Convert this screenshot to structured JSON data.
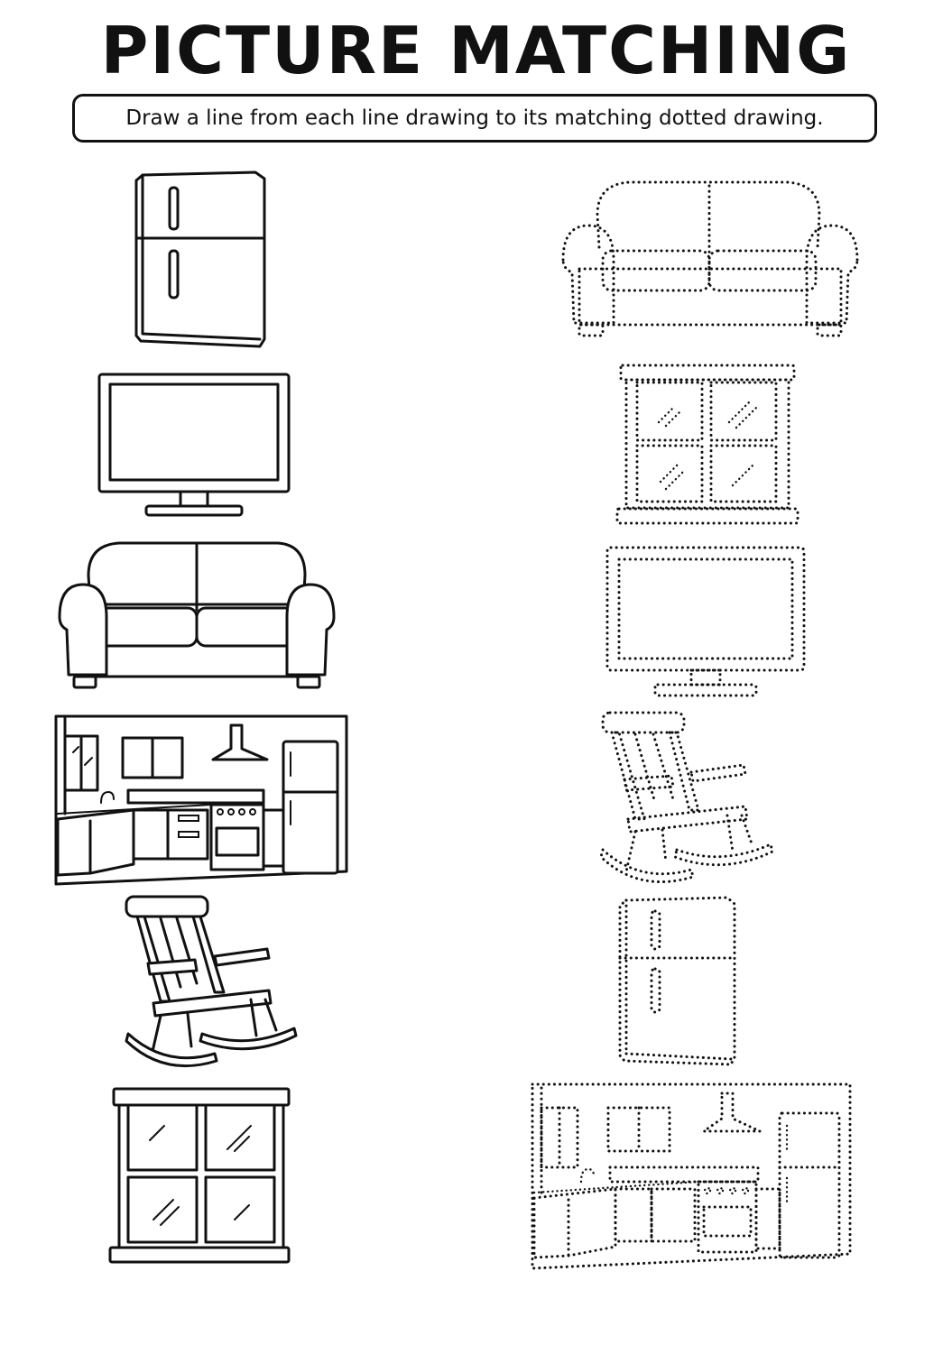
{
  "worksheet": {
    "title": "PICTURE MATCHING",
    "instruction": "Draw a line from each line drawing to its matching dotted drawing."
  },
  "left_column": [
    {
      "id": "refrigerator",
      "style": "solid"
    },
    {
      "id": "television",
      "style": "solid"
    },
    {
      "id": "sofa",
      "style": "solid"
    },
    {
      "id": "kitchen",
      "style": "solid"
    },
    {
      "id": "rocking-chair",
      "style": "solid"
    },
    {
      "id": "window",
      "style": "solid"
    }
  ],
  "right_column": [
    {
      "id": "sofa",
      "style": "dotted"
    },
    {
      "id": "window",
      "style": "dotted"
    },
    {
      "id": "television",
      "style": "dotted"
    },
    {
      "id": "rocking-chair",
      "style": "dotted"
    },
    {
      "id": "refrigerator",
      "style": "dotted"
    },
    {
      "id": "kitchen",
      "style": "dotted"
    }
  ]
}
